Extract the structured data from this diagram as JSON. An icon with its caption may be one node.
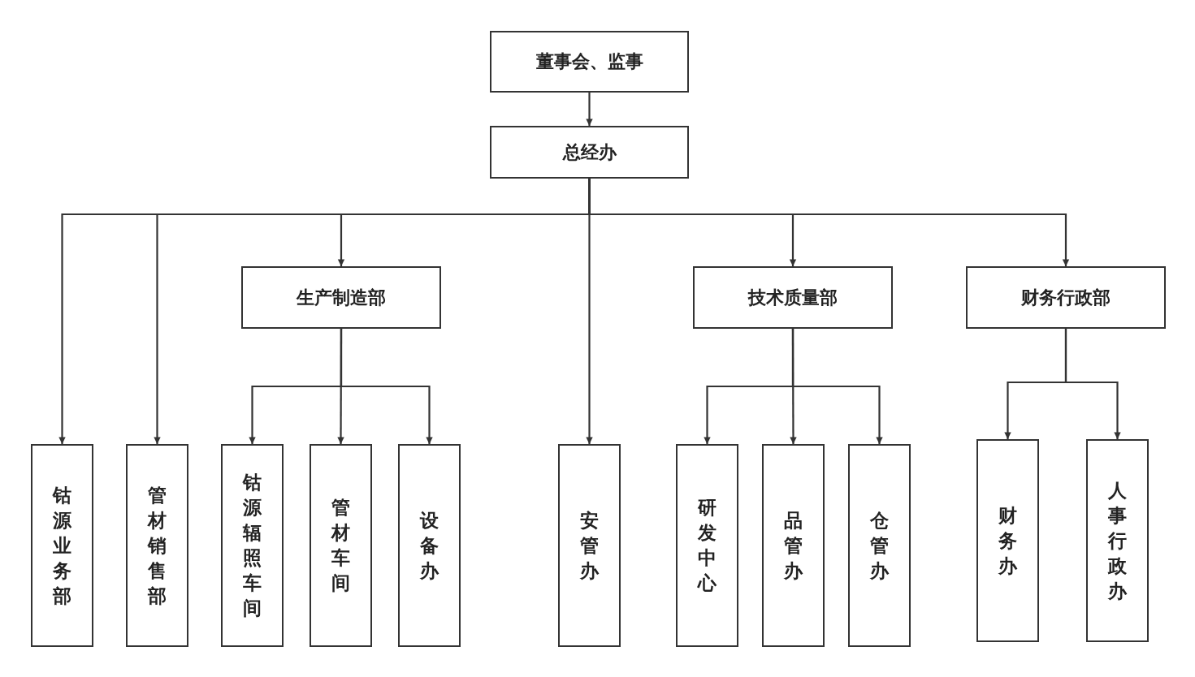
{
  "diagram": {
    "nodes": [
      {
        "text": [
          "董事会、监事"
        ]
      },
      {
        "text": [
          "总经办"
        ]
      },
      {
        "text": [
          "钴源业务部"
        ]
      },
      {
        "text": [
          "管材销售部"
        ]
      },
      {
        "text": [
          "生产制造部"
        ]
      },
      {
        "text": [
          "钴源辐照车间"
        ]
      },
      {
        "text": [
          "管材车间"
        ]
      },
      {
        "text": [
          "设备办"
        ]
      },
      {
        "text": [
          "安管办"
        ]
      },
      {
        "text": [
          "技术质量部"
        ]
      },
      {
        "text": [
          "研发中心"
        ]
      },
      {
        "text": [
          "品管办"
        ]
      },
      {
        "text": [
          "仓管办"
        ]
      },
      {
        "text": [
          "财务行政部"
        ]
      },
      {
        "text": [
          "财务办"
        ]
      },
      {
        "text": [
          "人事行政办"
        ]
      }
    ],
    "edges": [
      {
        "from": 0,
        "to": 1,
        "arrow": "to"
      },
      {
        "from": 1,
        "to": 2,
        "arrow": "to"
      },
      {
        "from": 1,
        "to": 3,
        "arrow": "to"
      },
      {
        "from": 1,
        "to": 4,
        "arrow": "to"
      },
      {
        "from": 1,
        "to": 8,
        "arrow": "to"
      },
      {
        "from": 1,
        "to": 9,
        "arrow": "to"
      },
      {
        "from": 1,
        "to": 13,
        "arrow": "to"
      },
      {
        "from": 4,
        "to": 5,
        "arrow": "to"
      },
      {
        "from": 4,
        "to": 6,
        "arrow": "to"
      },
      {
        "from": 4,
        "to": 7,
        "arrow": "to"
      },
      {
        "from": 9,
        "to": 10,
        "arrow": "to"
      },
      {
        "from": 9,
        "to": 11,
        "arrow": "to"
      },
      {
        "from": 9,
        "to": 12,
        "arrow": "to"
      },
      {
        "from": 13,
        "to": 14,
        "arrow": "to"
      },
      {
        "from": 13,
        "to": 15,
        "arrow": "to"
      }
    ]
  }
}
